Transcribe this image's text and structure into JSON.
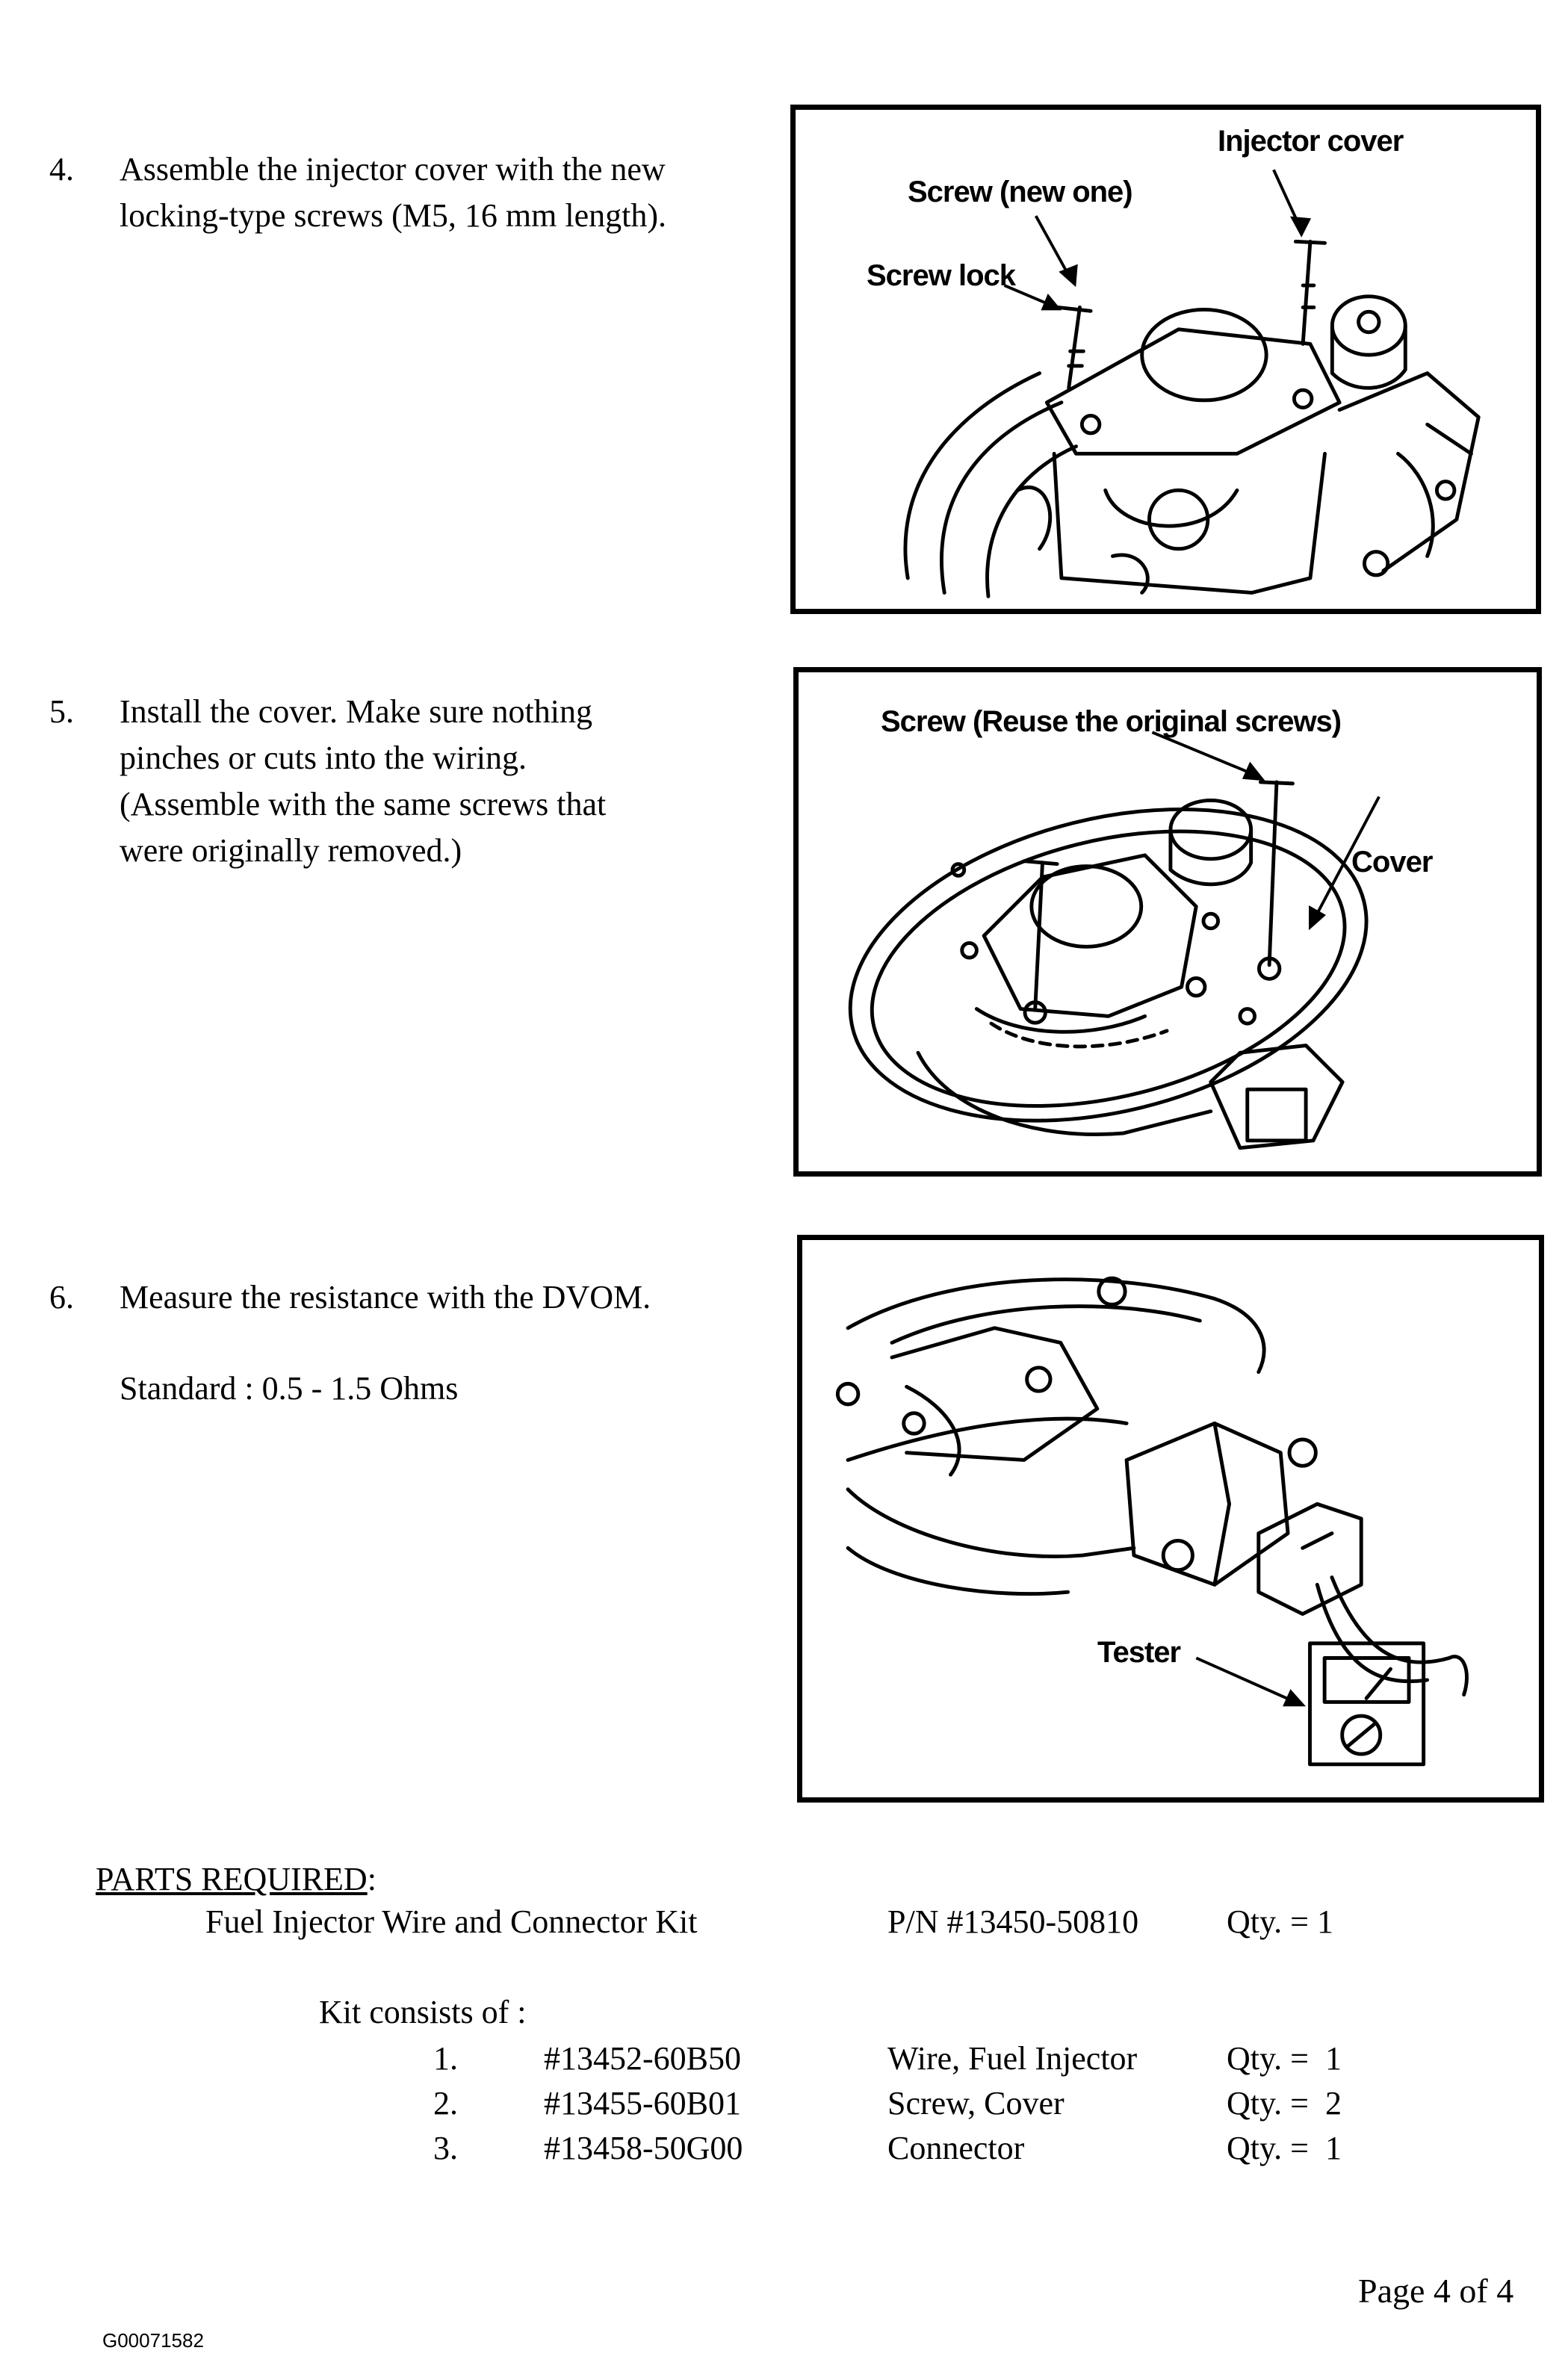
{
  "steps": [
    {
      "number": "4.",
      "lines": [
        "Assemble the injector cover with the new",
        "locking-type screws (M5, 16 mm length)."
      ],
      "figure": {
        "labels": {
          "injector_cover": "Injector cover",
          "screw_new": "Screw (new one)",
          "screw_lock": "Screw lock"
        }
      }
    },
    {
      "number": "5.",
      "lines": [
        "Install the cover.  Make sure nothing",
        "pinches or cuts into the wiring.",
        "(Assemble with the same screws that",
        "were originally removed.)"
      ],
      "figure": {
        "labels": {
          "screw_reuse": "Screw (Reuse the original screws)",
          "cover": "Cover"
        }
      }
    },
    {
      "number": "6.",
      "lines": [
        "Measure the resistance with the DVOM."
      ],
      "standard": "Standard : 0.5 - 1.5 Ohms",
      "figure": {
        "labels": {
          "tester": "Tester"
        }
      }
    }
  ],
  "parts": {
    "heading": "PARTS REQUIRED",
    "heading_suffix": ":",
    "kit": {
      "name": "Fuel Injector Wire and Connector Kit",
      "pn": "P/N #13450-50810",
      "qty": "Qty. = 1"
    },
    "consists_label": "Kit consists of :",
    "items": [
      {
        "num": "1.",
        "pn": "#13452-60B50",
        "desc": "Wire, Fuel Injector",
        "qty": "Qty. =  1"
      },
      {
        "num": "2.",
        "pn": "#13455-60B01",
        "desc": "Screw, Cover",
        "qty": "Qty. =  2"
      },
      {
        "num": "3.",
        "pn": "#13458-50G00",
        "desc": "Connector",
        "qty": "Qty. =  1"
      }
    ]
  },
  "footer": {
    "page": "Page 4 of 4",
    "doc_code": "G00071582"
  }
}
